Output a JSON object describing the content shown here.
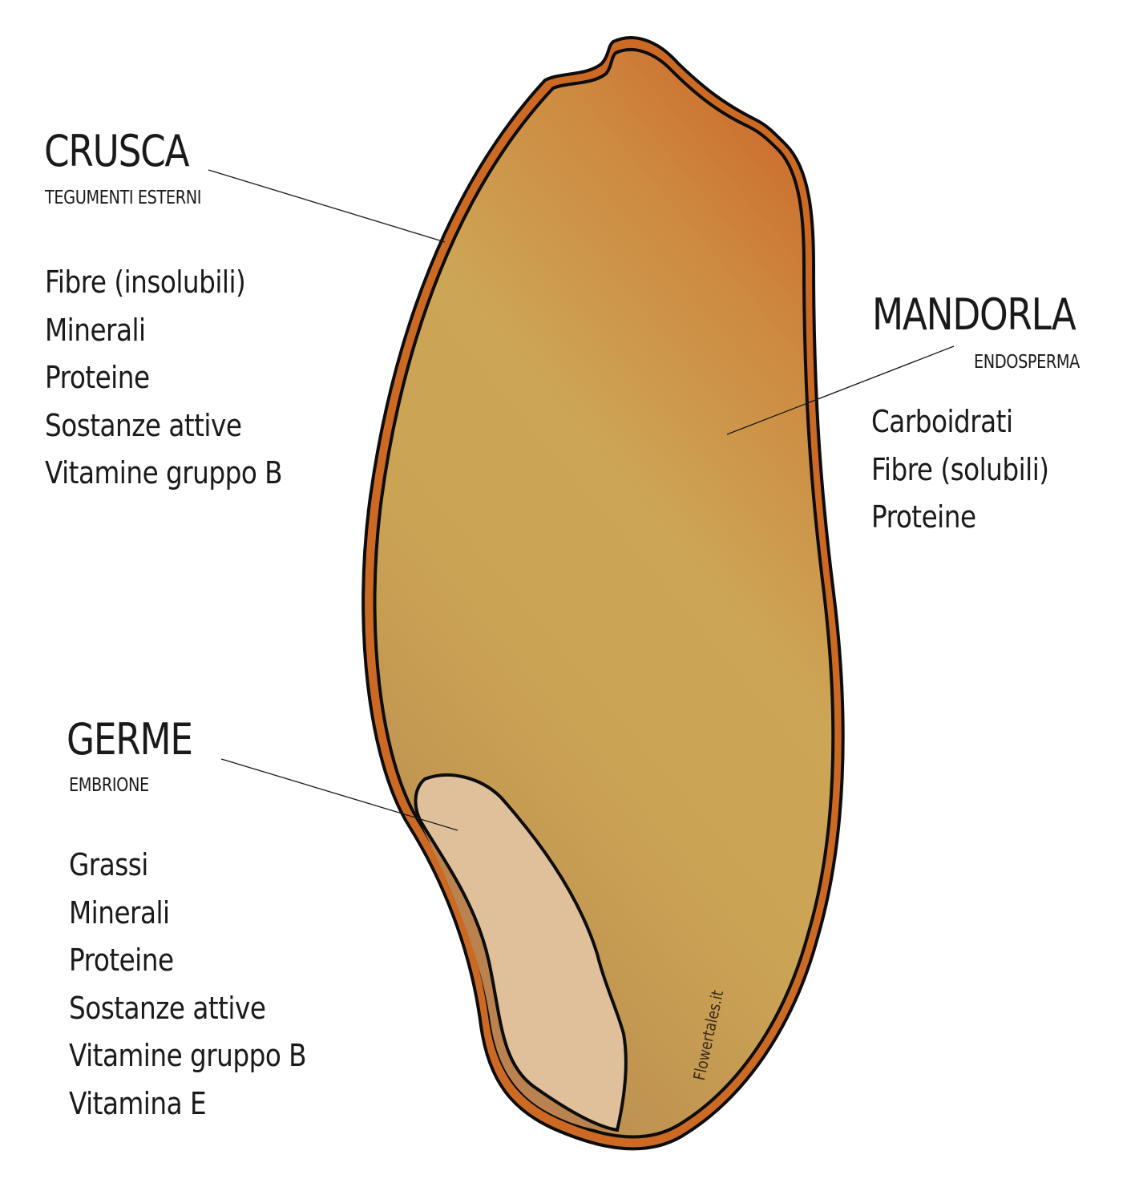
{
  "crusca": {
    "title": "CRUSCA",
    "subtitle": "TEGUMENTI ESTERNI",
    "items": [
      "Fibre (insolubili)",
      "Minerali",
      "Proteine",
      "Sostanze attive",
      "Vitamine gruppo B"
    ]
  },
  "mandorla": {
    "title": "MANDORLA",
    "subtitle": "ENDOSPERMA",
    "items": [
      "Carboidrati",
      "Fibre (solubili)",
      "Proteine"
    ]
  },
  "germe": {
    "title": "GERME",
    "subtitle": "EMBRIONE",
    "items": [
      "Grassi",
      "Minerali",
      "Proteine",
      "Sostanze attive",
      "Vitamine gruppo B",
      "Vitamina E"
    ]
  },
  "watermark": "Flowertales.it",
  "colors": {
    "bran": "#cc6a24",
    "endosperm_light": "#cda556",
    "endosperm_dark": "#b98a4e",
    "endosperm_top": "#cd6e2e",
    "germ": "#dfc09b",
    "germ_shell": "#b9824e",
    "outline": "#0d0d0d"
  }
}
